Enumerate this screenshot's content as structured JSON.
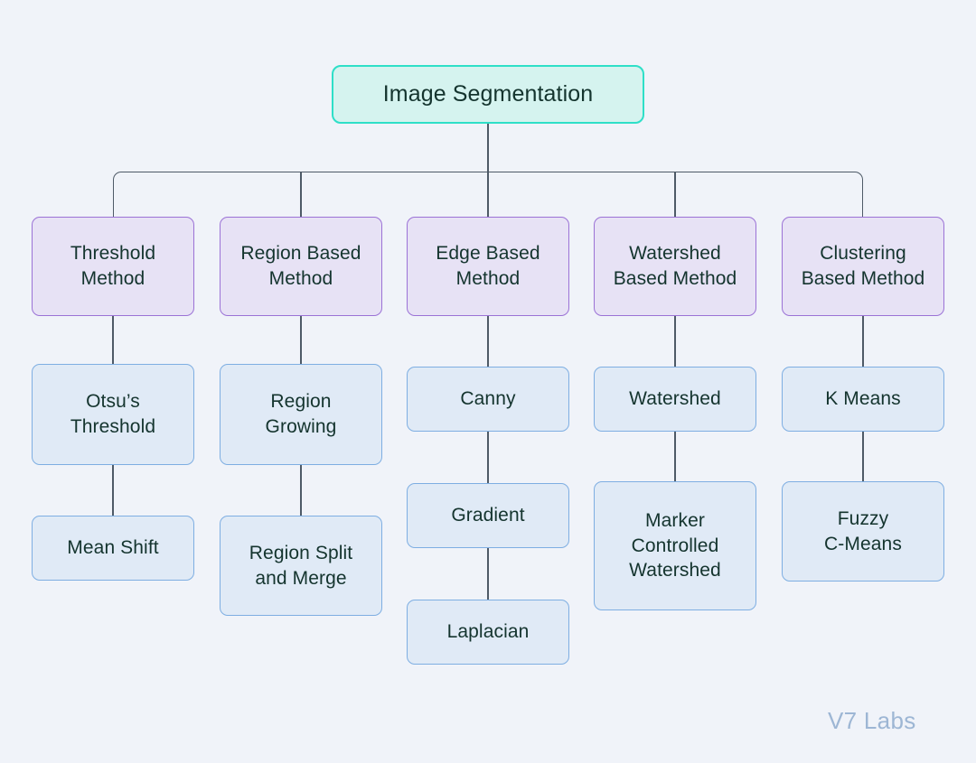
{
  "diagram": {
    "title": "Image Segmentation",
    "watermark": "V7 Labs",
    "colors": {
      "background": "#f0f3f9",
      "root_fill": "#d5f3ef",
      "root_border": "#2edfc8",
      "level2_fill": "#e7e2f5",
      "level2_border": "#9b72d6",
      "level3_fill": "#e0eaf6",
      "level3_border": "#7eaee2",
      "edge": "#4e5a67",
      "text": "#14342e",
      "watermark": "#9db6d4"
    },
    "root": {
      "label": "Image Segmentation"
    },
    "branches": [
      {
        "method": "Threshold\nMethod",
        "children": [
          "Otsu’s\nThreshold",
          "Mean Shift"
        ]
      },
      {
        "method": "Region Based\nMethod",
        "children": [
          "Region\nGrowing",
          "Region Split\nand Merge"
        ]
      },
      {
        "method": "Edge Based\nMethod",
        "children": [
          "Canny",
          "Gradient",
          "Laplacian"
        ]
      },
      {
        "method": "Watershed\nBased Method",
        "children": [
          "Watershed",
          "Marker\nControlled\nWatershed"
        ]
      },
      {
        "method": "Clustering\nBased Method",
        "children": [
          "K Means",
          "Fuzzy\nC-Means"
        ]
      }
    ]
  }
}
